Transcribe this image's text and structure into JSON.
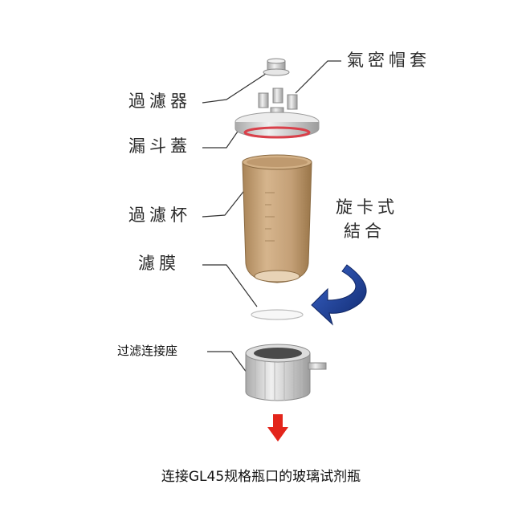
{
  "labels": {
    "filter": "過濾器",
    "airtight_cap": "氣密帽套",
    "funnel_cover": "漏斗蓋",
    "filter_cup": "過濾杯",
    "twist_lock_line1": "旋卡式",
    "twist_lock_line2": "結合",
    "membrane": "濾膜",
    "connector_base": "过滤连接座"
  },
  "caption": "连接GL45规格瓶口的玻璃试剂瓶",
  "colors": {
    "cup": "#b8946a",
    "arrow_blue": "#1d3f9a",
    "arrow_red": "#e3251b",
    "gasket": "#d9404a",
    "part_gray": "#d8d8d8"
  }
}
